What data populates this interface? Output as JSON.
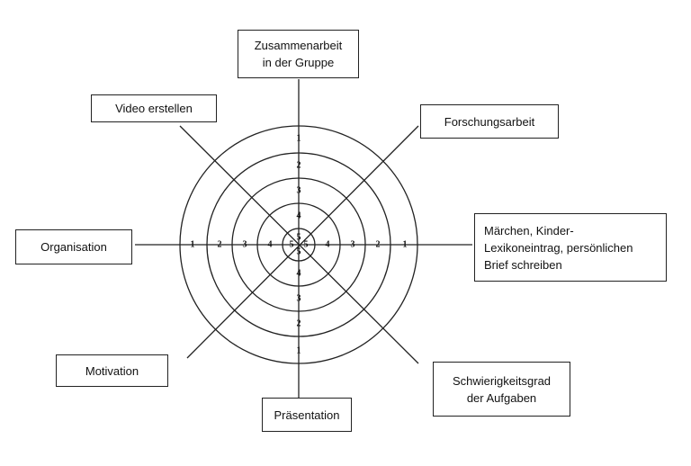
{
  "diagram": {
    "labels": {
      "top": "Zusammenarbeit\nin der Gruppe",
      "top_right": "Forschungsarbeit",
      "right": "Märchen, Kinder-\nLexikoneintrag, persönlichen\nBrief schreiben",
      "bottom_right": "Schwierigkeitsgrad\nder Aufgaben",
      "bottom": "Präsentation",
      "bottom_left": "Motivation",
      "left": "Organisation",
      "top_left": "Video erstellen"
    },
    "scale": [
      "1",
      "2",
      "3",
      "4",
      "5"
    ]
  }
}
